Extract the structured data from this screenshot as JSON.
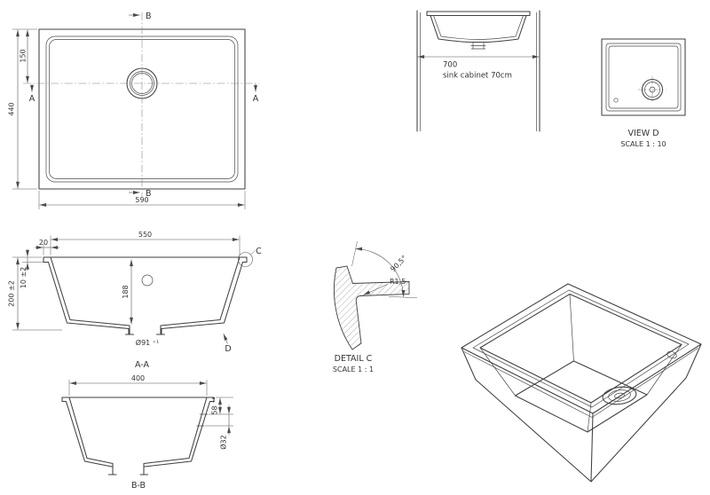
{
  "colors": {
    "background": "#ffffff",
    "object_line": "#3f3f3f",
    "dim_line": "#565656",
    "text": "#333333"
  },
  "top_view": {
    "section_b": "B",
    "section_a": "A",
    "dim_height": "440",
    "dim_drain_offset": "150",
    "dim_width": "590"
  },
  "front_view": {
    "dim_width": "700",
    "caption": "sink cabinet 70cm"
  },
  "view_d": {
    "title": "VIEW D",
    "scale": "SCALE 1 : 10"
  },
  "section_aa": {
    "label": "A-A",
    "dim_opening": "550",
    "dim_flange": "20",
    "dim_flange_thickness": "10 ±2",
    "dim_depth": "200 ±2",
    "dim_inner_depth": "188",
    "dim_drain": "Ø91 ⁺¹",
    "marker_c": "C",
    "marker_d": "D"
  },
  "detail_c": {
    "title": "DETAIL C",
    "scale": "SCALE 1 : 1",
    "angle": "90,5°",
    "radius": "R1,5"
  },
  "section_bb": {
    "label": "B-B",
    "dim_opening": "400",
    "dim_hole_depth": "58 ⁺¹",
    "dim_hole": "Ø32"
  }
}
